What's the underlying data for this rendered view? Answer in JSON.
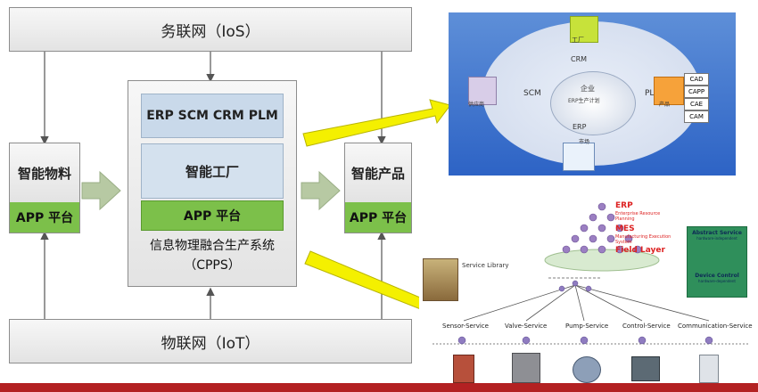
{
  "left": {
    "top_box": "务联网（IoS）",
    "bottom_box": "物联网（IoT）",
    "material_label": "智能物料",
    "material_app": "APP 平台",
    "center_erp": "ERP SCM CRM PLM",
    "center_factory": "智能工厂",
    "center_app": "APP 平台",
    "center_caption_line1": "信息物理融合生产系统",
    "center_caption_line2": "（CPPS）",
    "product_label": "智能产品",
    "product_app": "APP 平台"
  },
  "top_right": {
    "factory": "工厂",
    "crm": "CRM",
    "scm": "SCM",
    "plm": "PLM",
    "erp": "ERP",
    "center": "企业",
    "center_sub": "ERP生产计划",
    "supplier": "供应商",
    "product": "产品",
    "customer": "市场",
    "tags": [
      "CAD",
      "CAPP",
      "CAE",
      "CAM"
    ]
  },
  "bottom_right": {
    "erp": "ERP",
    "erp_sub": "Enterprise Resource Planning",
    "mes": "MES",
    "mes_sub": "Manufacturing Execution System",
    "field": "Field Layer",
    "library": "Service Library",
    "abstract_title": "Abstract Service",
    "abstract_sub": "hardware-independent",
    "device_title": "Device Control",
    "device_sub": "hardware-dependent",
    "services": [
      "Sensor-Service",
      "Valve-Service",
      "Pump-Service",
      "Control-Service",
      "Communication-Service"
    ]
  },
  "colors": {
    "accent_red": "#b32122",
    "green": "#7cc04a",
    "arrow_yellow": "#f4f000",
    "light_blue": "#c9d9ea"
  }
}
